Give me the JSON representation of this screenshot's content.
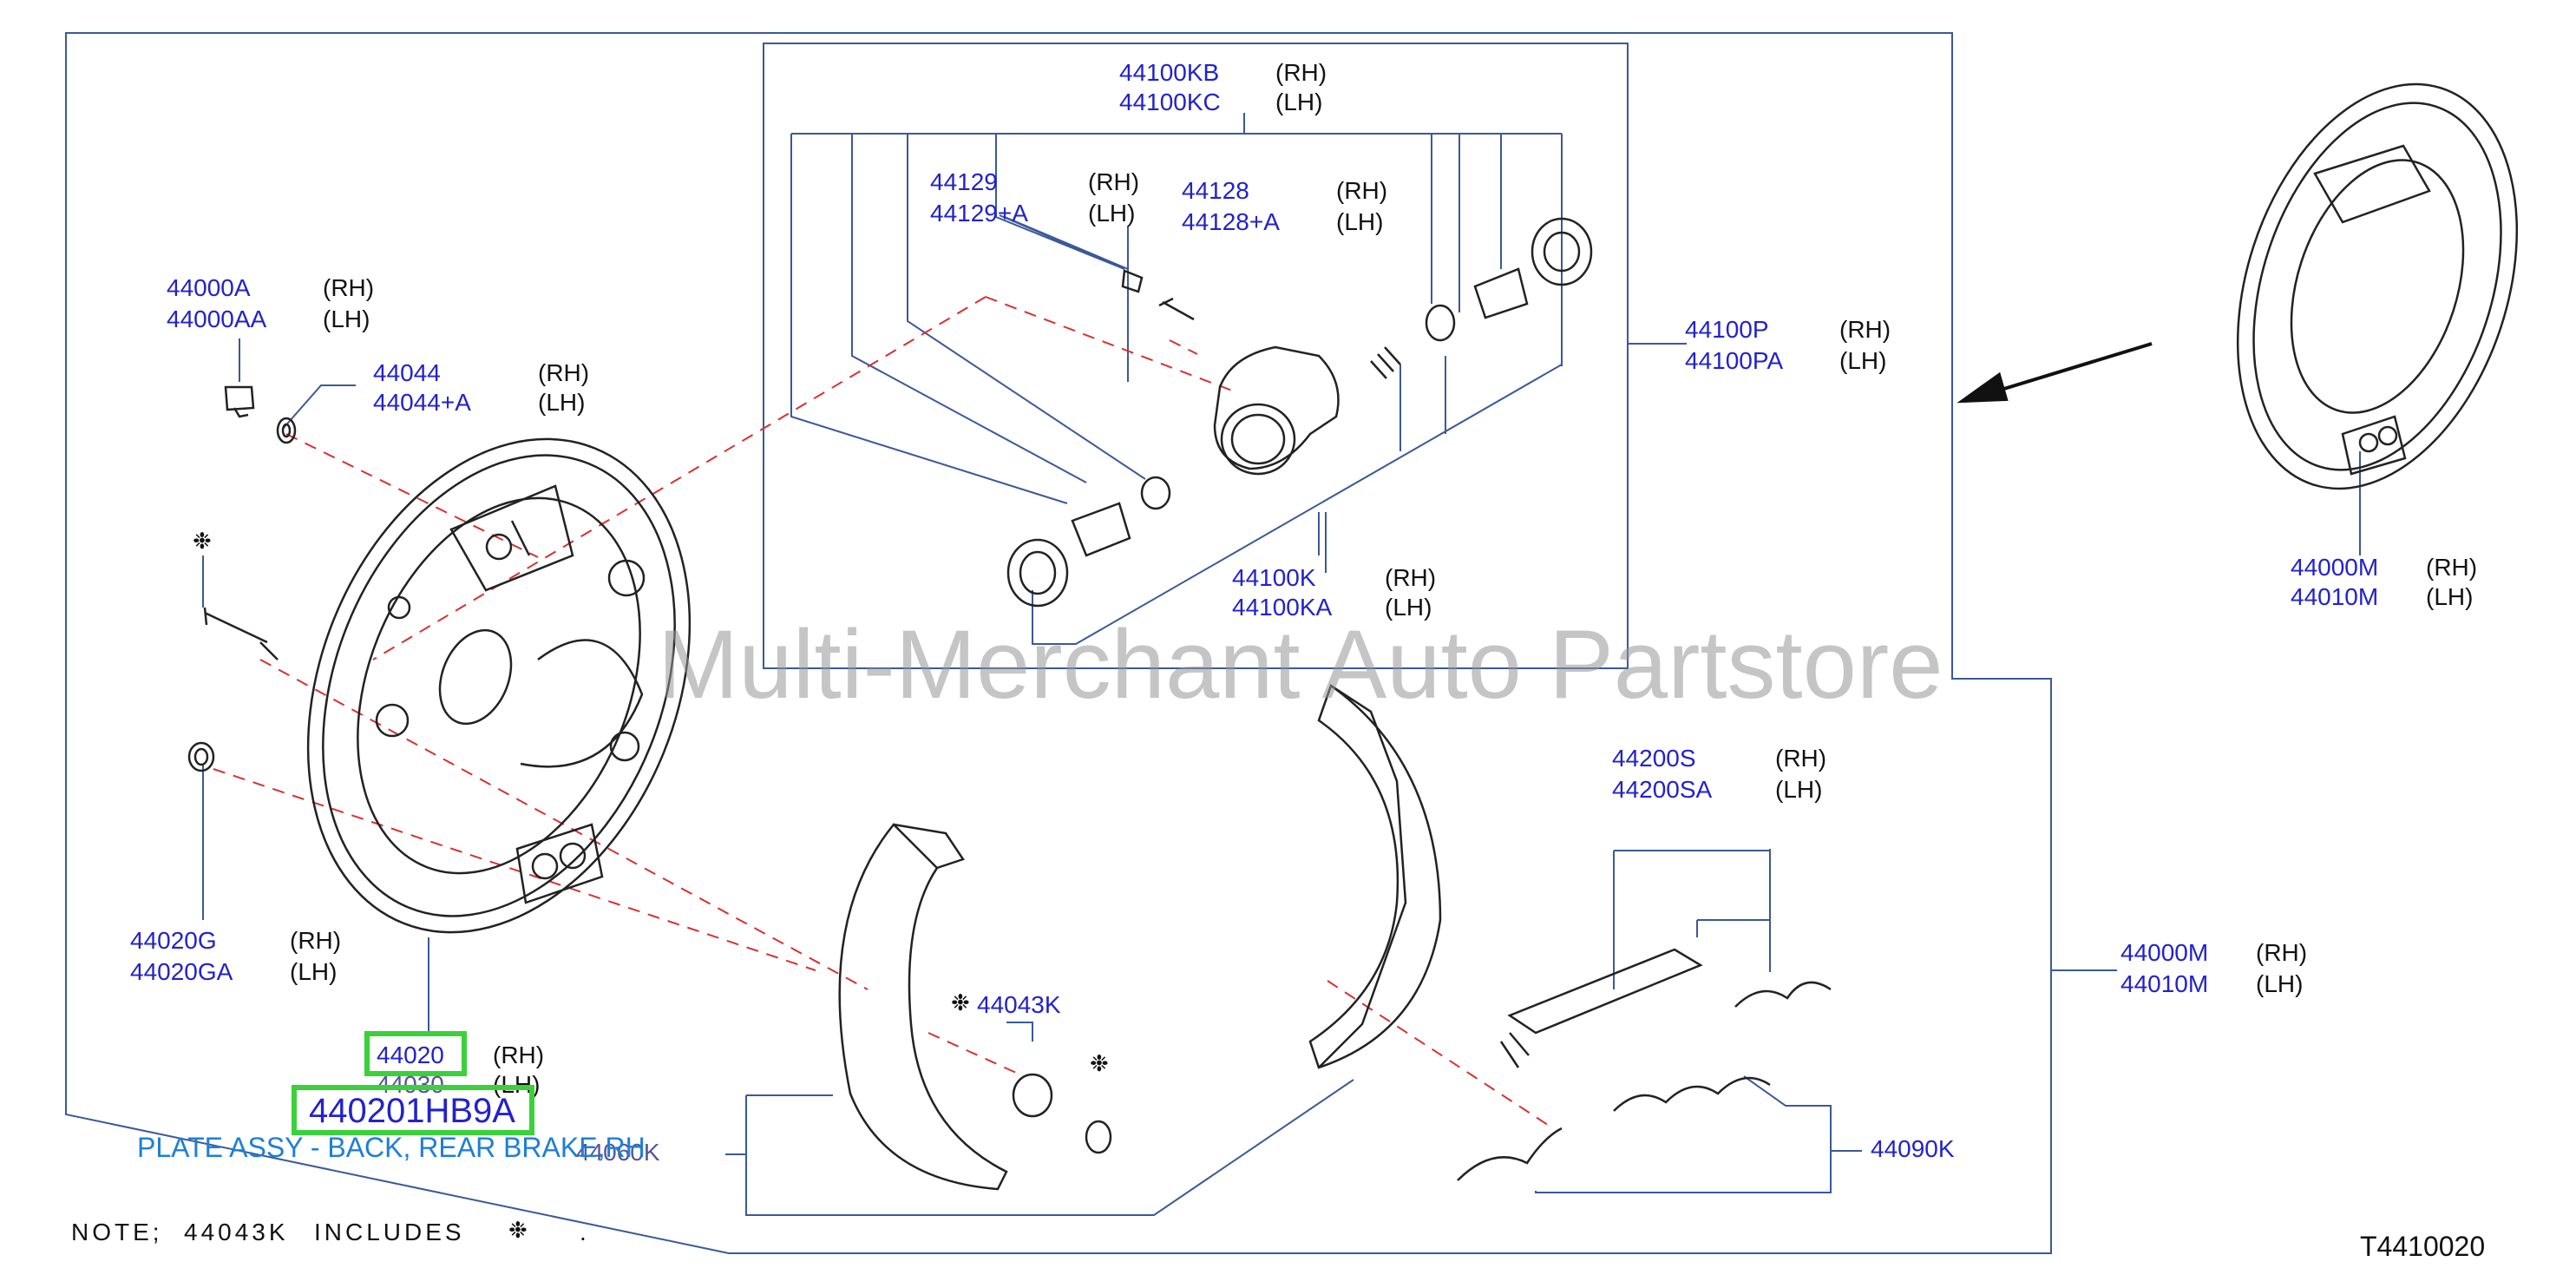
{
  "watermark": "Multi-Merchant Auto Partstore",
  "drawing_code": "T4410020",
  "note": {
    "prefix": "NOTE;",
    "part": "44043K",
    "word": "INCLUDES",
    "icon": "star-bolt-icon",
    "end": "."
  },
  "highlight": {
    "part_number": "440201HB9A",
    "description": "PLATE ASSY - BACK, REAR BRAKE,RH"
  },
  "callouts": [
    {
      "id": "44100KB",
      "rh": "44100KB",
      "lh": "44100KC"
    },
    {
      "id": "44129",
      "rh": "44129",
      "lh": "44129+A"
    },
    {
      "id": "44128",
      "rh": "44128",
      "lh": "44128+A"
    },
    {
      "id": "44000A",
      "rh": "44000A",
      "lh": "44000AA"
    },
    {
      "id": "44044",
      "rh": "44044",
      "lh": "44044+A"
    },
    {
      "id": "44100P",
      "rh": "44100P",
      "lh": "44100PA"
    },
    {
      "id": "44100K",
      "rh": "44100K",
      "lh": "44100KA"
    },
    {
      "id": "44000M-top",
      "rh": "44000M",
      "lh": "44010M"
    },
    {
      "id": "44200S",
      "rh": "44200S",
      "lh": "44200SA"
    },
    {
      "id": "44000M-right",
      "rh": "44000M",
      "lh": "44010M"
    },
    {
      "id": "44020G",
      "rh": "44020G",
      "lh": "44020GA"
    },
    {
      "id": "44020",
      "rh": "44020",
      "lh": "44030"
    }
  ],
  "singles": {
    "p44043k": "44043K",
    "p44060k": "44060K",
    "p44090k": "44090K"
  },
  "side_labels": {
    "rh": "(RH)",
    "lh": "(LH)"
  }
}
